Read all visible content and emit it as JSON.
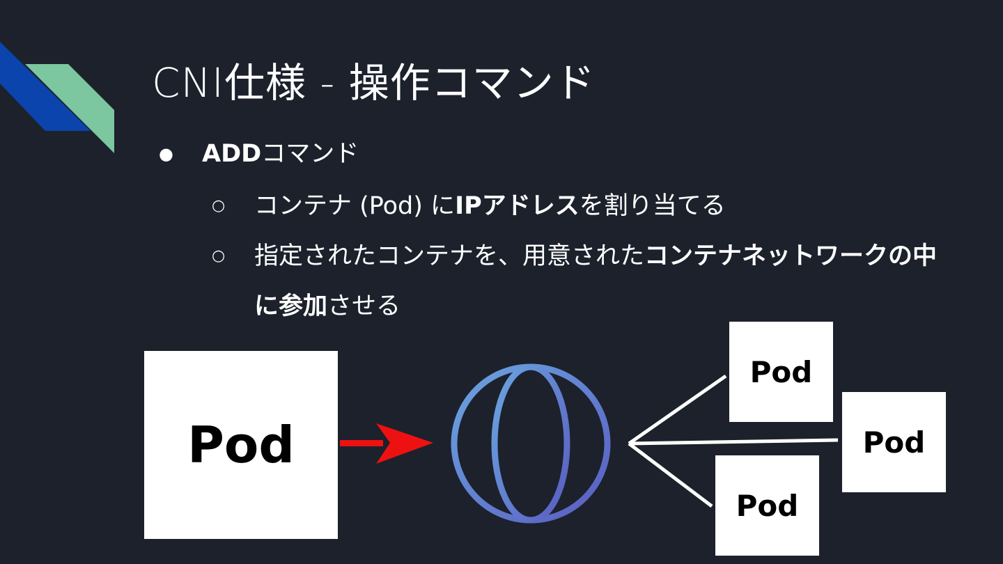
{
  "slide": {
    "title": "CNI仕様 - 操作コマンド",
    "accent_colors": {
      "blue": "#0a44ac",
      "teal": "#7cc6a0",
      "arrow": "#ee1111",
      "globe_start": "#6aa5e0",
      "globe_end": "#5a5cc0"
    },
    "bullet_mark": "●",
    "sub_mark": "○",
    "bullets": [
      {
        "bold": "ADD",
        "text": "コマンド",
        "children": [
          {
            "text_1": "コンテナ (Pod) に",
            "bold_1": "IPアドレス",
            "text_2": "を割り当てる"
          },
          {
            "text_1": "指定されたコンテナを、用意された",
            "bold_1": "コンテナネットワークの中に参加",
            "text_2": "させる"
          }
        ]
      }
    ]
  },
  "diagram": {
    "source_pod": "Pod",
    "globe_icon": "globe-icon",
    "target_pods": [
      "Pod",
      "Pod",
      "Pod"
    ]
  }
}
